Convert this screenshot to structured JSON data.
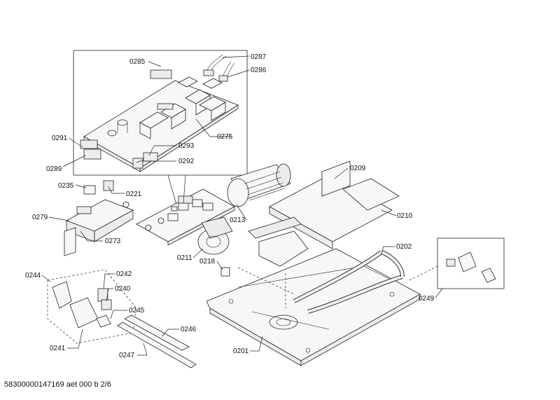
{
  "footer": "58300000147169 aet 000 b 2/6",
  "callouts": {
    "c0285": "0285",
    "c0287": "0287",
    "c0286": "0286",
    "c0275": "0275",
    "c0291": "0291",
    "c0289": "0289",
    "c0293": "0293",
    "c0292": "0292",
    "c0209": "0209",
    "c0235": "0235",
    "c0221": "0221",
    "c0279": "0279",
    "c0273": "0273",
    "c0213": "0213",
    "c0210": "0210",
    "c0211": "0211",
    "c0218": "0218",
    "c0202": "0202",
    "c0244": "0244",
    "c0242": "0242",
    "c0240": "0240",
    "c0245": "0245",
    "c0249": "0249",
    "c0246": "0246",
    "c0241": "0241",
    "c0247": "0247",
    "c0201": "0201"
  }
}
